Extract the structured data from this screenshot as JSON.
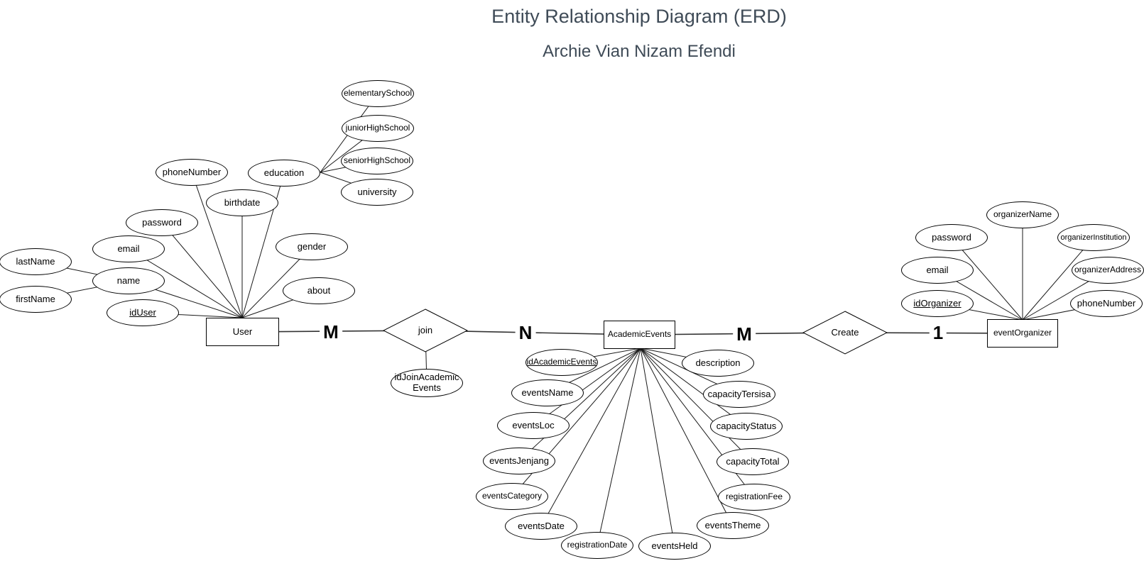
{
  "header": {
    "title": "Entity Relationship Diagram (ERD)",
    "subtitle": "Archie Vian Nizam Efendi"
  },
  "entities": {
    "user": {
      "label": "User"
    },
    "academicEvents": {
      "label": "AcademicEvents"
    },
    "eventOrganizer": {
      "label": "eventOrganizer"
    }
  },
  "relationships": {
    "join": {
      "label": "join",
      "attribute_line1": "idJoinAcademic",
      "attribute_line2": "Events"
    },
    "create": {
      "label": "Create"
    }
  },
  "cardinality": {
    "user_join": "M",
    "join_academicEvents": "N",
    "academicEvents_create": "M",
    "create_eventOrganizer": "1"
  },
  "userAttributes": {
    "idUser": "idUser",
    "name": "name",
    "firstName": "firstName",
    "lastName": "lastName",
    "email": "email",
    "password": "password",
    "phoneNumber": "phoneNumber",
    "birthdate": "birthdate",
    "education": "education",
    "elementarySchool": "elementarySchool",
    "juniorHighSchool": "juniorHighSchool",
    "seniorHighSchool": "seniorHighSchool",
    "university": "university",
    "gender": "gender",
    "about": "about"
  },
  "academicEventsAttributes": {
    "idAcademicEvents": "idAcademicEvents",
    "eventsName": "eventsName",
    "eventsLoc": "eventsLoc",
    "eventsJenjang": "eventsJenjang",
    "eventsCategory": "eventsCategory",
    "eventsDate": "eventsDate",
    "registrationDate": "registrationDate",
    "eventsHeld": "eventsHeld",
    "eventsTheme": "eventsTheme",
    "registrationFee": "registrationFee",
    "capacityTotal": "capacityTotal",
    "capacityStatus": "capacityStatus",
    "capacityTersisa": "capacityTersisa",
    "description": "description"
  },
  "eventOrganizerAttributes": {
    "idOrganizer": "idOrganizer",
    "email": "email",
    "password": "password",
    "organizerName": "organizerName",
    "organizerInstitution": "organizerInstitution",
    "organizerAddress": "organizerAddress",
    "phoneNumber": "phoneNumber"
  },
  "colors": {
    "heading_text": "#3f4b57",
    "shape_stroke": "#000000",
    "shape_fill": "#ffffff",
    "connector": "#1a1a1a"
  }
}
